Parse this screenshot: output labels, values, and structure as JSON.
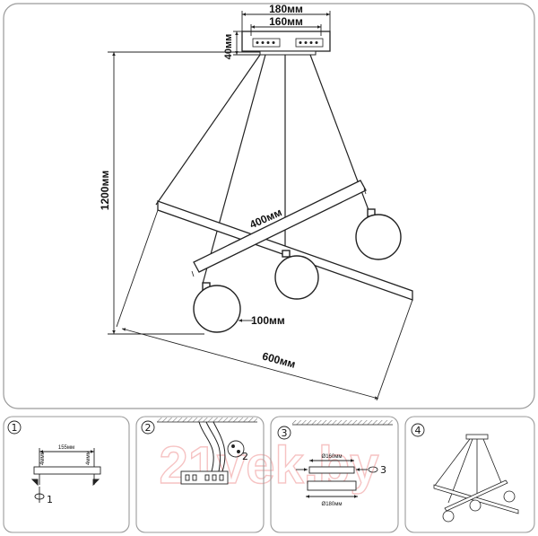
{
  "main_diagram": {
    "dims": {
      "canopy_outer": "180мм",
      "canopy_inner": "160мм",
      "canopy_height": "40мм",
      "total_height": "1200мм",
      "bar_length": "400мм",
      "shade_diameter": "100мм",
      "overall_width": "600мм"
    }
  },
  "steps": [
    {
      "number": "1",
      "dim_label": "155мм",
      "side_label_left": "4ммм",
      "side_label_right": "4ммм",
      "rotate_label": "1"
    },
    {
      "number": "2",
      "rotate_label": "2"
    },
    {
      "number": "3",
      "dim_top": "Ø160мм",
      "dim_bottom": "Ø180мм",
      "rotate_label": "3"
    },
    {
      "number": "4"
    }
  ],
  "watermark": {
    "text": "21vek.by",
    "color": "#f3b0b0"
  },
  "colors": {
    "line": "#222222",
    "panel_border": "#9a9a9a",
    "hatch": "#777777"
  }
}
